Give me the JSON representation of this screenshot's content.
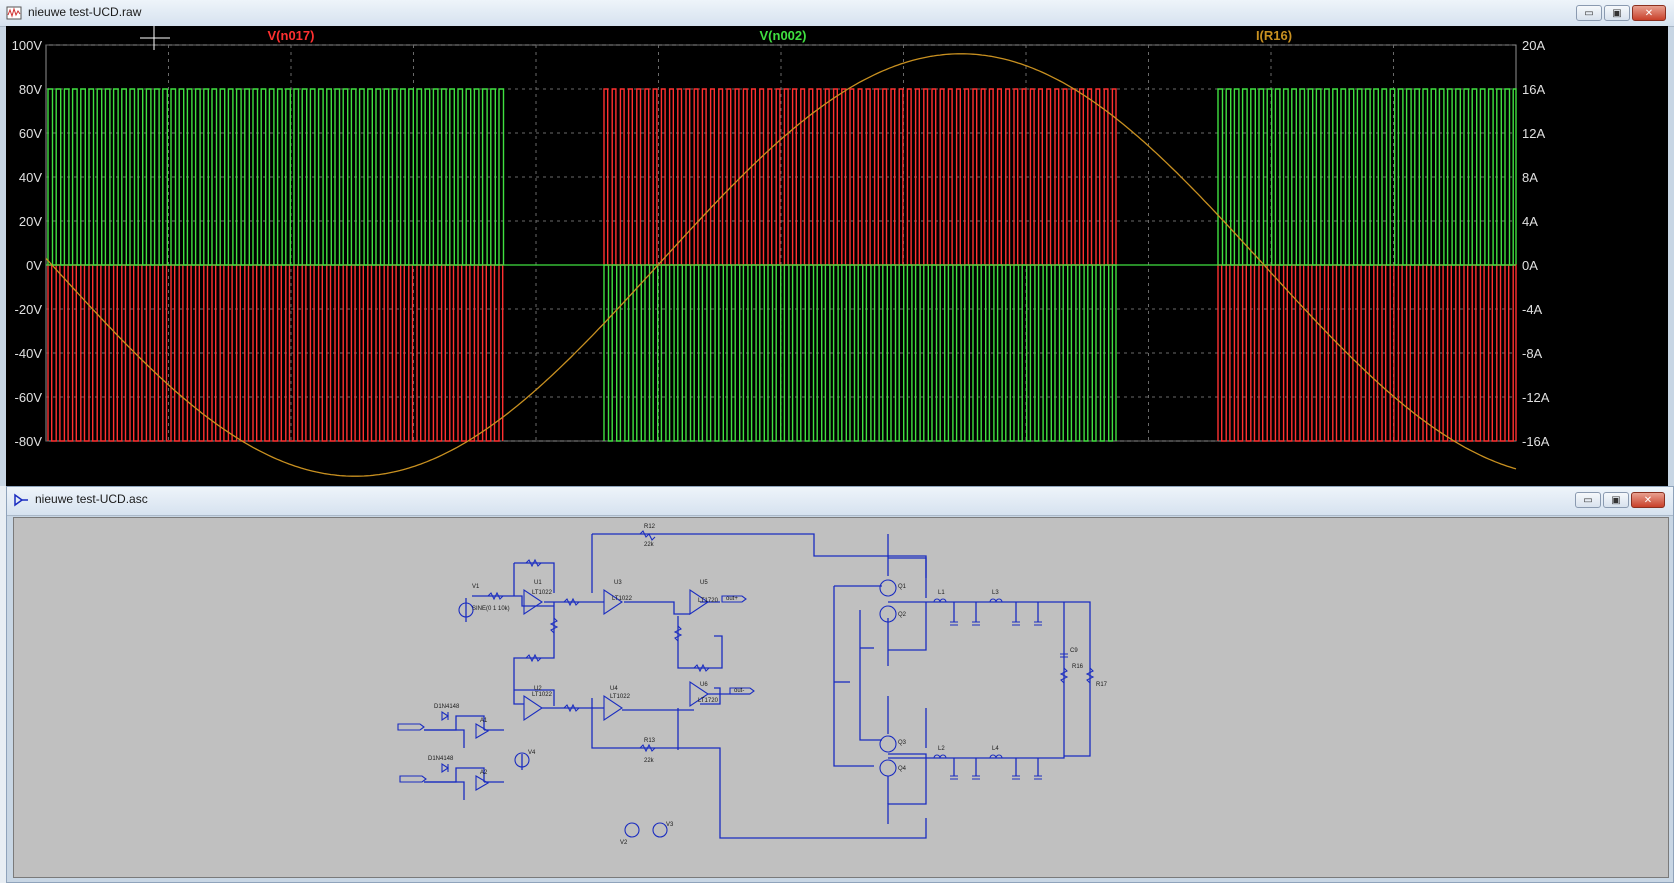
{
  "plot_window": {
    "title": "nieuwe test-UCD.raw",
    "buttons": {
      "minimize": "▭",
      "restore": "▣",
      "close": "✕"
    }
  },
  "schematic_window": {
    "title": "nieuwe test-UCD.asc",
    "buttons": {
      "minimize": "▭",
      "restore": "▣",
      "close": "✕"
    }
  },
  "colors": {
    "red": "#ff3030",
    "green": "#40e040",
    "orange": "#c89020",
    "grid": "#707070",
    "wire": "#1a2cc0"
  },
  "chart_data": {
    "type": "line",
    "series": [
      {
        "name": "V(n017)",
        "color": "#ff3030",
        "kind": "pwm",
        "high": 0,
        "low": -80
      },
      {
        "name": "V(n002)",
        "color": "#40e040",
        "kind": "pwm",
        "high": 80,
        "low": 0
      },
      {
        "name": "I(R16)",
        "color": "#c89020",
        "kind": "sine",
        "peak_A": 19.2
      }
    ],
    "left_axis": {
      "ticks": [
        "100V",
        "80V",
        "60V",
        "40V",
        "20V",
        "0V",
        "-20V",
        "-40V",
        "-60V",
        "-80V"
      ],
      "ylim": [
        -80,
        100
      ]
    },
    "right_axis": {
      "ticks": [
        "20A",
        "16A",
        "12A",
        "8A",
        "4A",
        "0A",
        "-4A",
        "-8A",
        "-12A",
        "-16A"
      ],
      "ylim": [
        -16,
        20
      ]
    },
    "grid": true
  },
  "schematic": {
    "labels": {
      "v1": "V1",
      "v1_val": "SINE(0 1 10k)",
      "u1": "U1",
      "u1_part": "LT1022",
      "u3": "U3",
      "u3_part": "LT1022",
      "u5": "U5",
      "u5_part": "LT1720",
      "u2": "U2",
      "u2_part": "LT1022",
      "u4": "U4",
      "u4_part": "LT1022",
      "u6": "U6",
      "u6_part": "LT1720",
      "r_top": "R12",
      "r_top_val": "22k",
      "r_bot": "R13",
      "r_bot_val": "22k",
      "r_load": "R16",
      "r_load2": "R17",
      "c_load": "C9",
      "d1": "D1N4148",
      "d2": "D1N4148",
      "l1": "L1",
      "l2": "L2",
      "l3": "L3",
      "l4": "L4",
      "q1": "Q1",
      "q2": "Q2",
      "q3": "Q3",
      "q4": "Q4",
      "a1": "A1",
      "a2": "A2",
      "v2": "V2",
      "v3": "V3",
      "v4": "V4",
      "out_plus": "out+",
      "out_minus": "out-"
    }
  }
}
